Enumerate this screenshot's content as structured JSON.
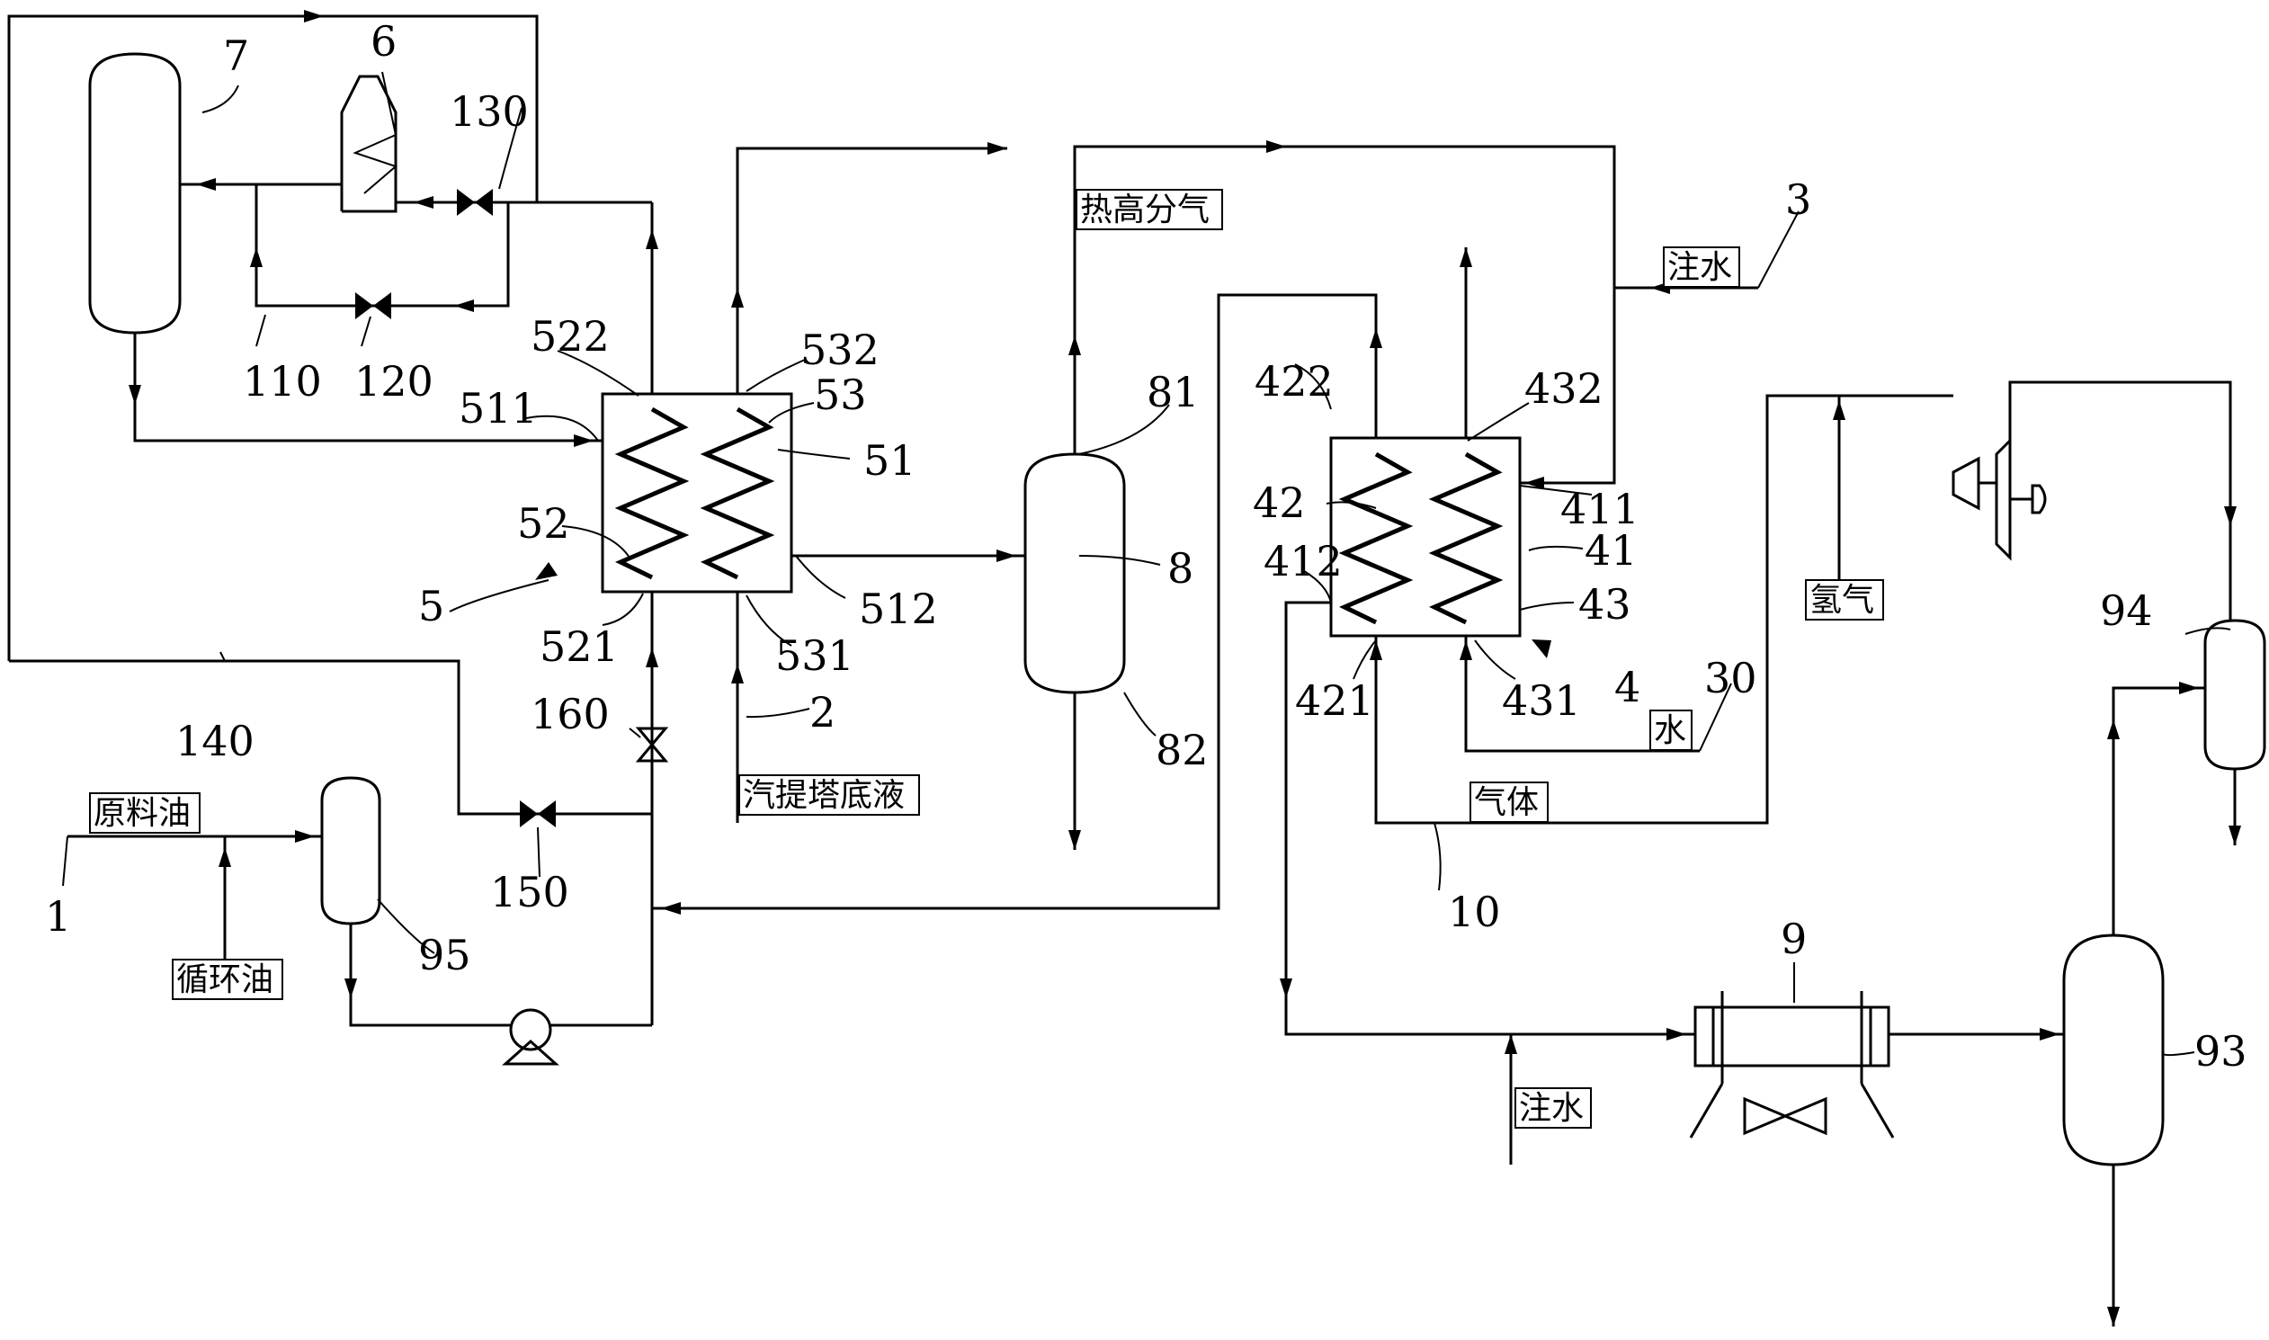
{
  "labels": {
    "n1": "1",
    "n2": "2",
    "n3": "3",
    "n4": "4",
    "n5": "5",
    "n6": "6",
    "n7": "7",
    "n8": "8",
    "n9": "9",
    "n10": "10",
    "n30": "30",
    "n41": "41",
    "n42": "42",
    "n43": "43",
    "n51": "51",
    "n52": "52",
    "n53": "53",
    "n81": "81",
    "n82": "82",
    "n93": "93",
    "n94": "94",
    "n95": "95",
    "n110": "110",
    "n120": "120",
    "n130": "130",
    "n140": "140",
    "n150": "150",
    "n160": "160",
    "n411": "411",
    "n412": "412",
    "n421": "421",
    "n422": "422",
    "n431": "431",
    "n432": "432",
    "n511": "511",
    "n512": "512",
    "n521": "521",
    "n522": "522",
    "n531": "531",
    "n532": "532"
  },
  "streams": {
    "feed_oil": "原料油",
    "recycle_oil": "循环油",
    "stripper_bottoms": "汽提塔底液",
    "hot_hp_gas": "热高分气",
    "water_injection_top": "注水",
    "water": "水",
    "gas": "气体",
    "hydrogen": "氢气",
    "water_injection_bottom": "注水"
  }
}
